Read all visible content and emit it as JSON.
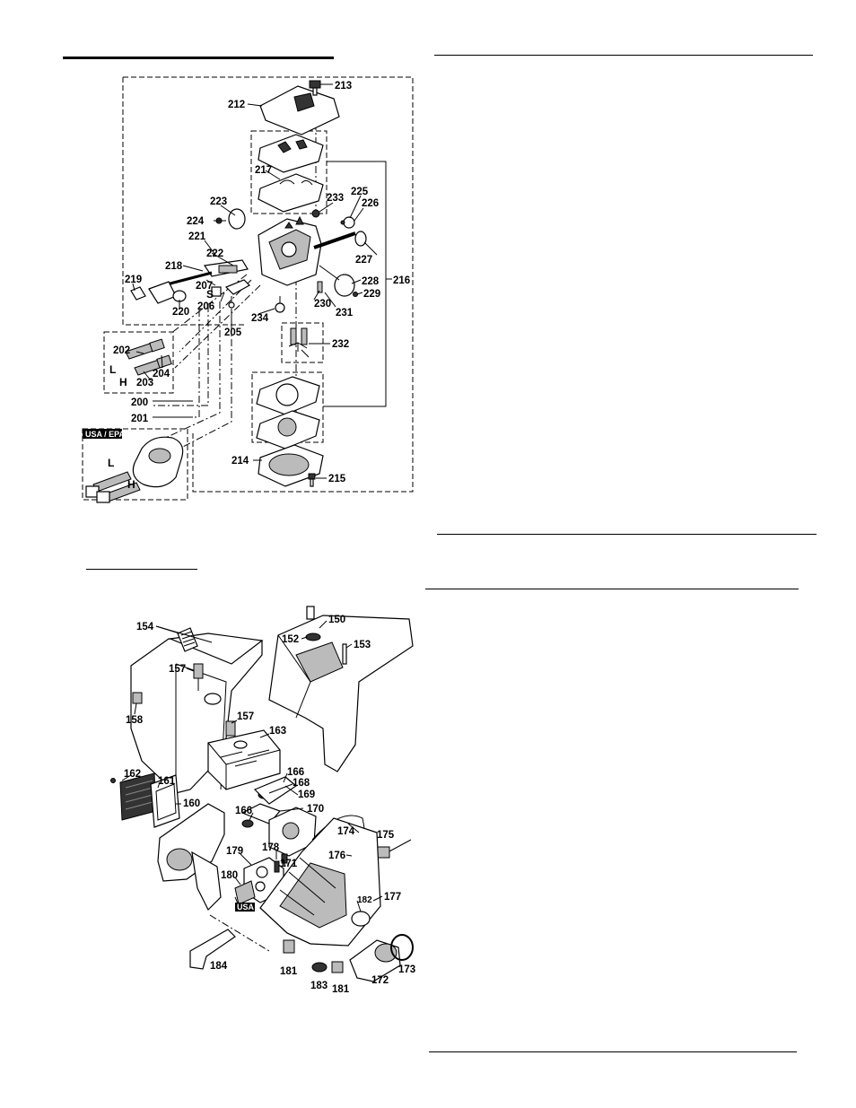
{
  "carb_diagram": {
    "badge": "USA / EPA",
    "adjust_labels": [
      "L",
      "H",
      "L",
      "H",
      "S"
    ],
    "callouts": [
      "213",
      "212",
      "217",
      "223",
      "233",
      "225",
      "226",
      "224",
      "221",
      "222",
      "227",
      "218",
      "216",
      "219",
      "207",
      "228",
      "229",
      "206",
      "230",
      "220",
      "234",
      "231",
      "205",
      "232",
      "202",
      "204",
      "203",
      "200",
      "201",
      "214",
      "215"
    ]
  },
  "airbox_diagram": {
    "badge": "USA",
    "callouts": [
      "154",
      "150",
      "152",
      "153",
      "157",
      "158",
      "157",
      "163",
      "162",
      "161",
      "166",
      "168",
      "169",
      "160",
      "166",
      "170",
      "174",
      "175",
      "179",
      "178",
      "171",
      "176",
      "180",
      "182",
      "177",
      "184",
      "181",
      "183",
      "181",
      "172",
      "173"
    ]
  }
}
